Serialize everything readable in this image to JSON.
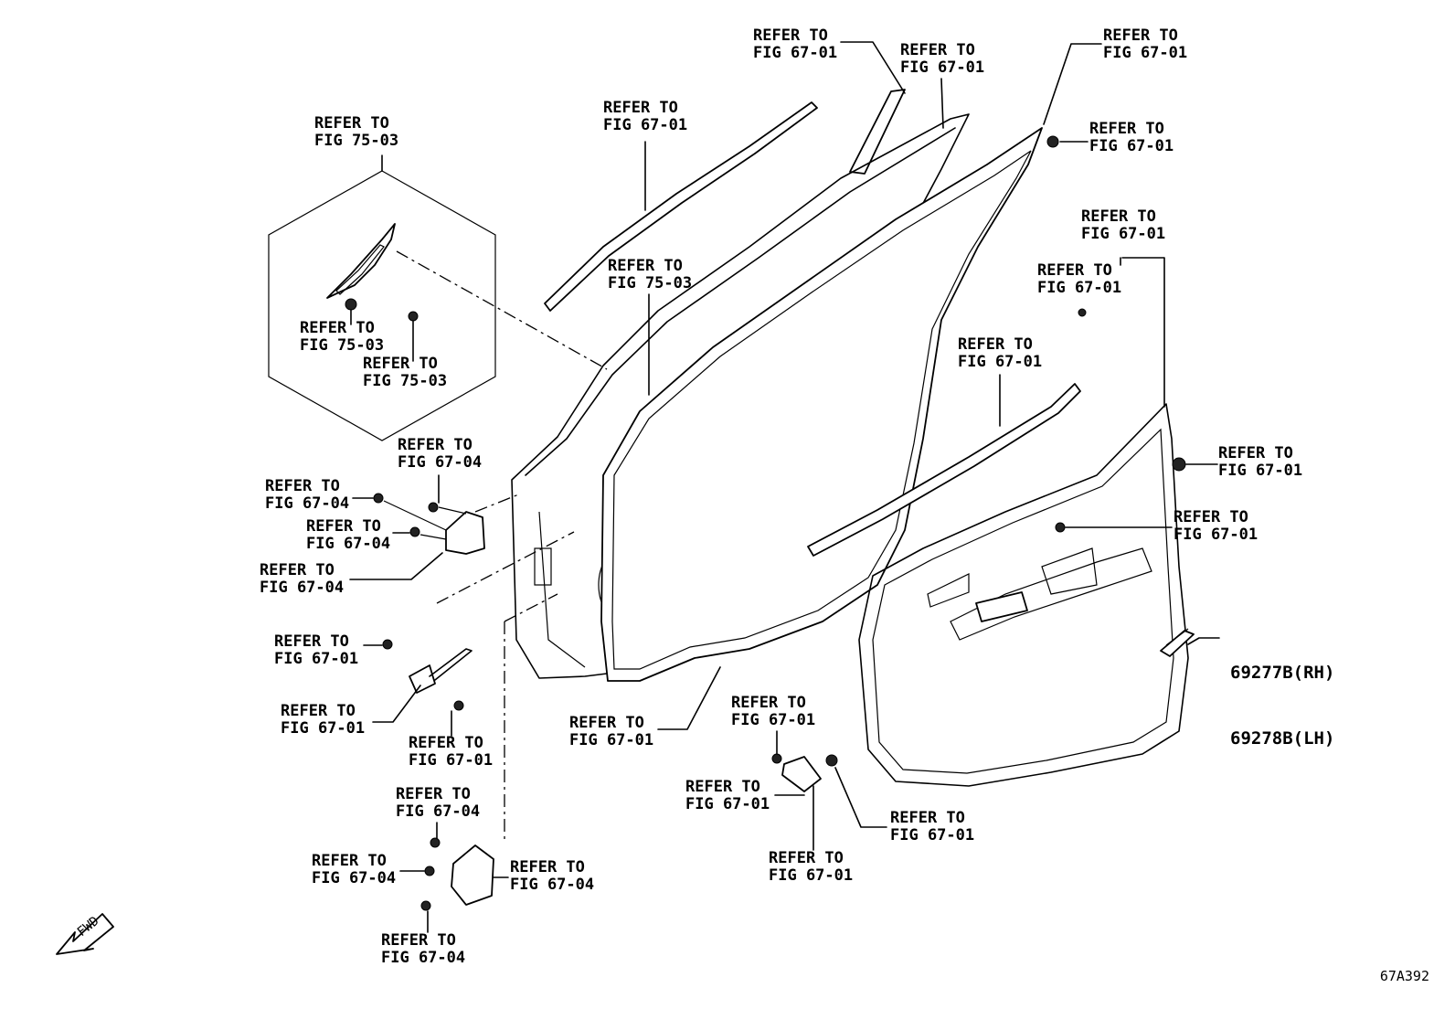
{
  "callouts": [
    {
      "id": "c1",
      "line1": "REFER TO",
      "line2": "FIG 67-01"
    },
    {
      "id": "c2",
      "line1": "REFER TO",
      "line2": "FIG 67-01"
    },
    {
      "id": "c3",
      "line1": "REFER TO",
      "line2": "FIG 67-01"
    },
    {
      "id": "c4",
      "line1": "REFER TO",
      "line2": "FIG 67-01"
    },
    {
      "id": "c5",
      "line1": "REFER TO",
      "line2": "FIG 67-01"
    },
    {
      "id": "c6",
      "line1": "REFER TO",
      "line2": "FIG 75-03"
    },
    {
      "id": "c7",
      "line1": "REFER TO",
      "line2": "FIG 75-03"
    },
    {
      "id": "c8",
      "line1": "REFER TO",
      "line2": "FIG 75-03"
    },
    {
      "id": "c9",
      "line1": "REFER TO",
      "line2": "FIG 75-03"
    },
    {
      "id": "c10",
      "line1": "REFER TO",
      "line2": "FIG 67-01"
    },
    {
      "id": "c11",
      "line1": "REFER TO",
      "line2": "FIG 67-01"
    },
    {
      "id": "c12",
      "line1": "REFER TO",
      "line2": "FIG 67-01"
    },
    {
      "id": "c13",
      "line1": "REFER TO",
      "line2": "FIG 67-04"
    },
    {
      "id": "c14",
      "line1": "REFER TO",
      "line2": "FIG 67-04"
    },
    {
      "id": "c15",
      "line1": "REFER TO",
      "line2": "FIG 67-04"
    },
    {
      "id": "c16",
      "line1": "REFER TO",
      "line2": "FIG 67-04"
    },
    {
      "id": "c17",
      "line1": "REFER TO",
      "line2": "FIG 67-01"
    },
    {
      "id": "c18",
      "line1": "REFER TO",
      "line2": "FIG 67-01"
    },
    {
      "id": "c19",
      "line1": "REFER TO",
      "line2": "FIG 67-01"
    },
    {
      "id": "c20",
      "line1": "REFER TO",
      "line2": "FIG 67-01"
    },
    {
      "id": "c21",
      "line1": "REFER TO",
      "line2": "FIG 67-01"
    },
    {
      "id": "c22",
      "line1": "REFER TO",
      "line2": "FIG 67-01"
    },
    {
      "id": "c23",
      "line1": "REFER TO",
      "line2": "FIG 67-01"
    },
    {
      "id": "c24",
      "line1": "REFER TO",
      "line2": "FIG 67-01"
    },
    {
      "id": "c25",
      "line1": "REFER TO",
      "line2": "FIG 67-01"
    },
    {
      "id": "c26",
      "line1": "REFER TO",
      "line2": "FIG 67-01"
    },
    {
      "id": "c27",
      "line1": "REFER TO",
      "line2": "FIG 67-04"
    },
    {
      "id": "c28",
      "line1": "REFER TO",
      "line2": "FIG 67-04"
    },
    {
      "id": "c29",
      "line1": "REFER TO",
      "line2": "FIG 67-04"
    },
    {
      "id": "c30",
      "line1": "REFER TO",
      "line2": "FIG 67-04"
    }
  ],
  "part_numbers": {
    "rh": "69277B(RH)",
    "lh": "69278B(LH)"
  },
  "fwd_label": "FWD",
  "figure_code": "67A392"
}
